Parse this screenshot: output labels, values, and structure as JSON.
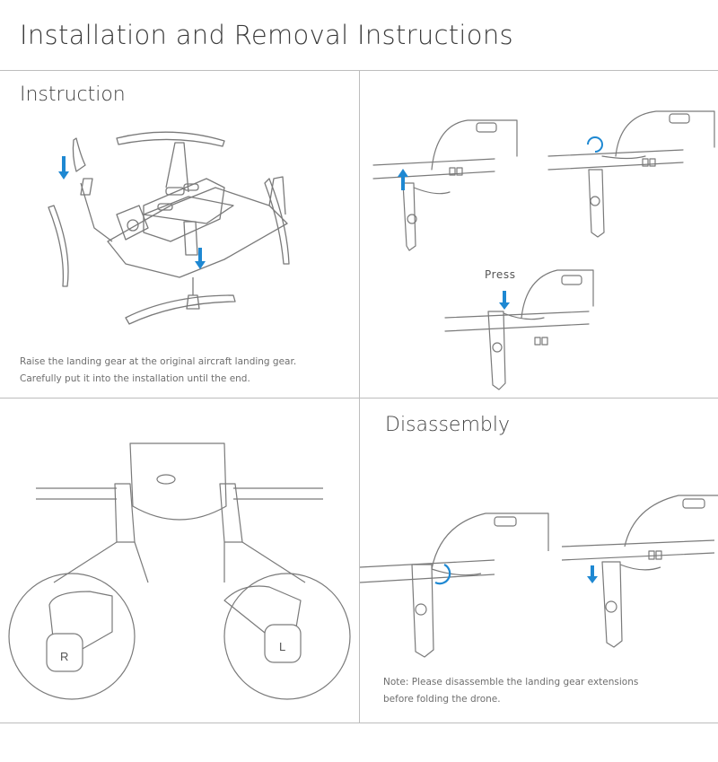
{
  "title": "Installation and Removal Instructions",
  "instruction": {
    "heading": "Instruction",
    "caption_line1": "Raise the landing gear at the original aircraft landing gear.",
    "caption_line2": "Carefully put it into the installation until the end."
  },
  "install_steps": {
    "press_label": "Press"
  },
  "overview": {
    "right_gear_label": "R",
    "left_gear_label": "L"
  },
  "disassembly": {
    "heading": "Disassembly",
    "note_line1": "Note: Please disassemble the landing gear extensions",
    "note_line2": "before folding the drone."
  },
  "colors": {
    "arrow": "#1e88d2",
    "line": "#6b6b6b",
    "border": "#bdbdbd"
  }
}
